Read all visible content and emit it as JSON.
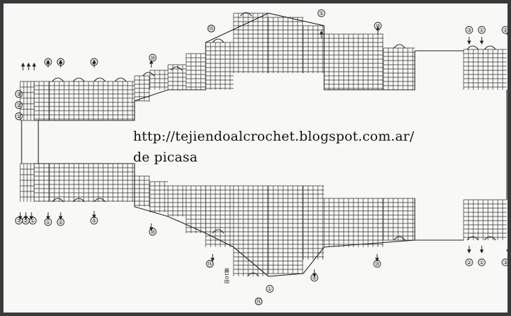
{
  "watermark": {
    "url": "http://tejiendoalcrochet.blogspot.com.ar/",
    "source": "de picasa"
  },
  "stitch_symbols": {
    "top_left": [
      "③",
      "②",
      "①"
    ],
    "top_markers": [
      "①",
      "②",
      "⑤",
      "⑩",
      "⑮",
      "⑤",
      "⑩"
    ],
    "top_right": [
      "③",
      "①",
      "②"
    ],
    "bottom_left": [
      "③",
      "②",
      "①",
      "①",
      "②",
      "⑤",
      "⑩"
    ],
    "bottom_mid": [
      "⑮",
      "⑤",
      "⑩"
    ],
    "bottom_right": [
      "②",
      "①",
      "③"
    ],
    "vertical_note": "编10目",
    "bottom_center": [
      "⑯",
      "①"
    ]
  },
  "colors": {
    "ink": "#2b2b2b",
    "background": "#f8f8f6",
    "frame": "#3a3a3a"
  }
}
